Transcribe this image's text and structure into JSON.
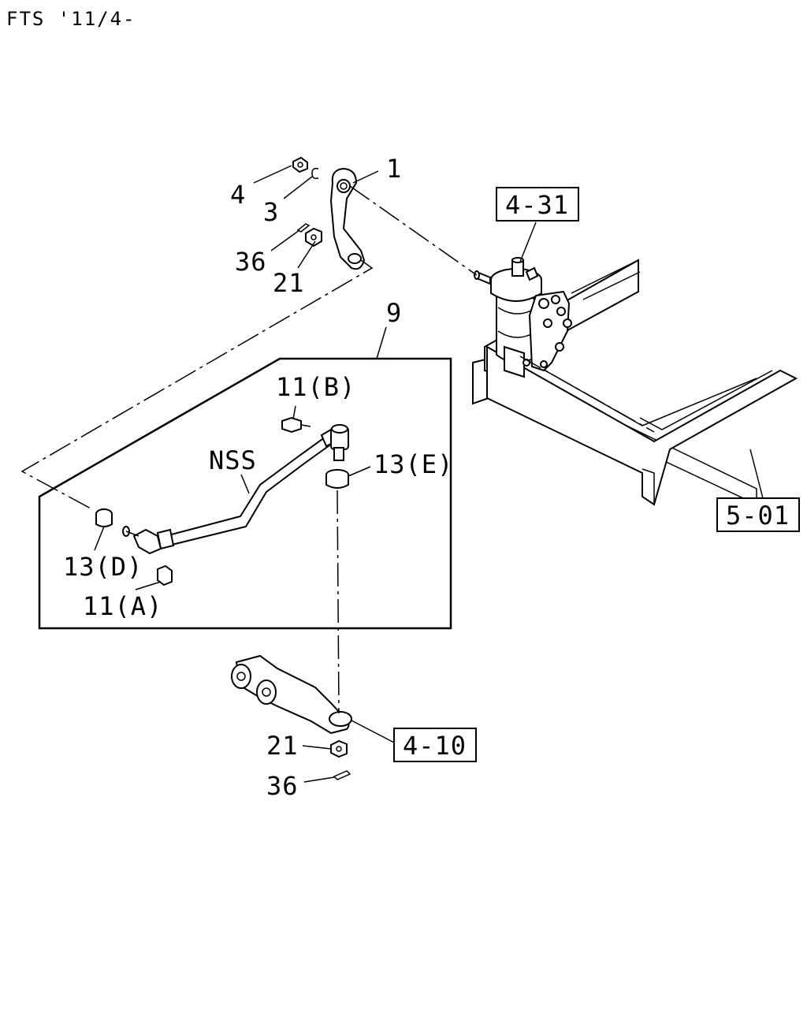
{
  "header": {
    "code": "FTS '11/4-"
  },
  "callouts": {
    "c1": "1",
    "c3": "3",
    "c4": "4",
    "c36_top": "36",
    "c21_top": "21",
    "c9": "9",
    "c11b": "11(B)",
    "c11a": "11(A)",
    "c13e": "13(E)",
    "c13d": "13(D)",
    "nss": "NSS",
    "c21_bottom": "21",
    "c36_bottom": "36"
  },
  "references": {
    "r431": "4-31",
    "r501": "5-01",
    "r410": "4-10"
  }
}
